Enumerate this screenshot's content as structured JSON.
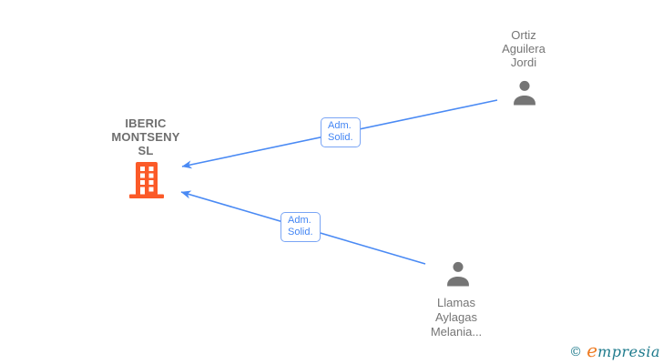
{
  "diagram": {
    "company": {
      "name": "IBERIC MONTSENY SL",
      "name_lines": [
        "IBERIC",
        "MONTSENY",
        "SL"
      ],
      "icon": "building-icon"
    },
    "persons": [
      {
        "name": "Ortiz Aguilera Jordi",
        "name_lines": [
          "Ortiz",
          "Aguilera",
          "Jordi"
        ],
        "icon": "person-icon"
      },
      {
        "name": "Llamas Aylagas Melania...",
        "name_lines": [
          "Llamas",
          "Aylagas",
          "Melania..."
        ],
        "icon": "person-icon"
      }
    ],
    "edges": [
      {
        "from": "Ortiz Aguilera Jordi",
        "to": "IBERIC MONTSENY SL",
        "label_lines": [
          "Adm.",
          "Solid."
        ]
      },
      {
        "from": "Llamas Aylagas Melania...",
        "to": "IBERIC MONTSENY SL",
        "label_lines": [
          "Adm.",
          "Solid."
        ]
      }
    ],
    "colors": {
      "edge_blue": "#4a8af4",
      "label_text_blue": "#4285f4",
      "label_border_blue": "#7aa5f5",
      "node_text_gray": "#757575",
      "company_text_gray": "#6e6e6e",
      "building_orange": "#fb5a28",
      "person_gray": "#757575",
      "logo_teal": "#1d7a8c",
      "logo_orange": "#ee7b22"
    }
  },
  "footer": {
    "copyright_symbol": "©",
    "brand_initial": "e",
    "brand_rest": "mpresia"
  }
}
